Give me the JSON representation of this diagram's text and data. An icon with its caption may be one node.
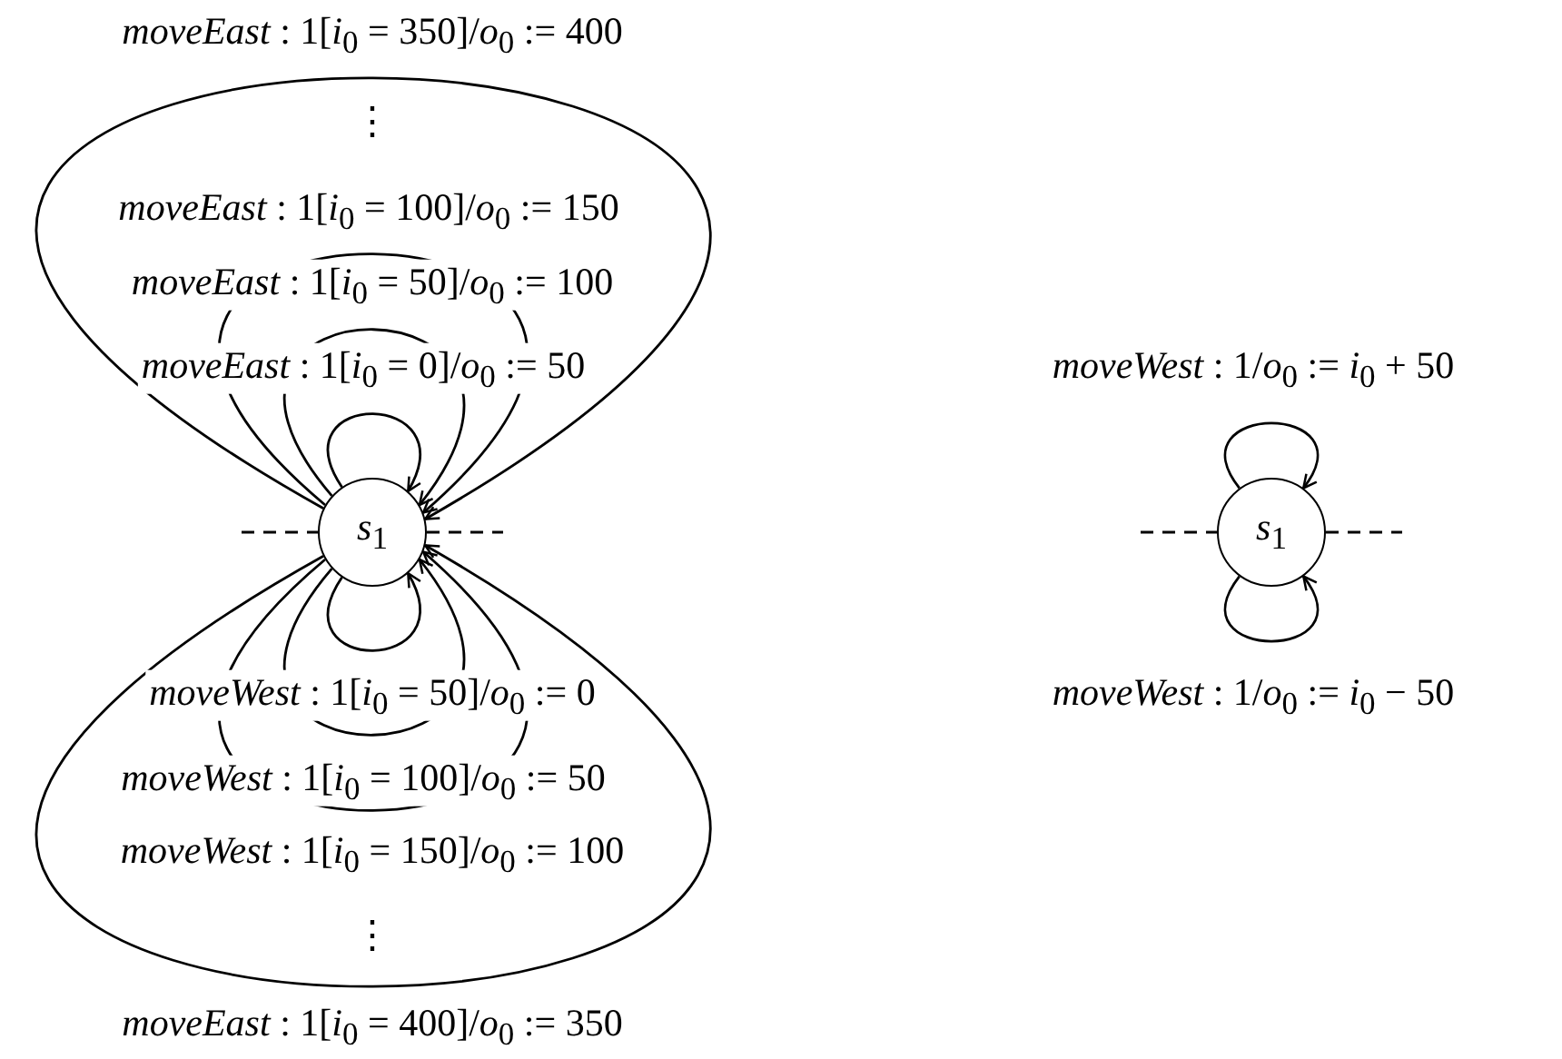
{
  "diagram": {
    "nodes": [
      {
        "text": [
          "*s*$_{1}$"
        ]
      },
      {
        "text": [
          "*s*$_{1}$"
        ]
      }
    ],
    "edges": [
      {
        "from": 0,
        "to": 0,
        "arrow": "to",
        "label": "*moveEast* : 1[*i*$_{0}$ = 350]/*o*$_{0}$ := 400"
      },
      {
        "from": 0,
        "to": 0,
        "arrow": "to",
        "label": "*moveEast* : 1[*i*$_{0}$ = 100]/*o*$_{0}$ := 150"
      },
      {
        "from": 0,
        "to": 0,
        "arrow": "to",
        "label": "*moveEast* : 1[*i*$_{0}$ = 50]/*o*$_{0}$ := 100"
      },
      {
        "from": 0,
        "to": 0,
        "arrow": "to",
        "label": "*moveEast* : 1[*i*$_{0}$ = 0]/*o*$_{0}$ := 50"
      },
      {
        "from": null,
        "to": 0,
        "arrow": "none",
        "style": "dashed"
      },
      {
        "from": 0,
        "to": null,
        "arrow": "none",
        "style": "dashed"
      },
      {
        "from": 0,
        "to": 0,
        "arrow": "to",
        "label": "*moveWest* : 1[*i*$_{0}$ = 50]/*o*$_{0}$ := 0"
      },
      {
        "from": 0,
        "to": 0,
        "arrow": "to",
        "label": "*moveWest* : 1[*i*$_{0}$ = 100]/*o*$_{0}$ := 50"
      },
      {
        "from": 0,
        "to": 0,
        "arrow": "to",
        "label": "*moveWest* : 1[*i*$_{0}$ = 150]/*o*$_{0}$ := 100"
      },
      {
        "from": 0,
        "to": 0,
        "arrow": "to",
        "label": "*moveEast* : 1[*i*$_{0}$ = 400]/*o*$_{0}$ := 350"
      },
      {
        "from": 1,
        "to": 1,
        "arrow": "to",
        "label": "*moveWest* : 1/*o*$_{0}$ := *i*$_{0}$ + 50"
      },
      {
        "from": null,
        "to": 1,
        "arrow": "none",
        "style": "dashed"
      },
      {
        "from": 1,
        "to": null,
        "arrow": "none",
        "style": "dashed"
      },
      {
        "from": 1,
        "to": 1,
        "arrow": "to",
        "label": "*moveWest* : 1/*o*$_{0}$ := *i*$_{0}$ − 50"
      }
    ],
    "labels": [
      "⋮",
      "⋮"
    ]
  }
}
